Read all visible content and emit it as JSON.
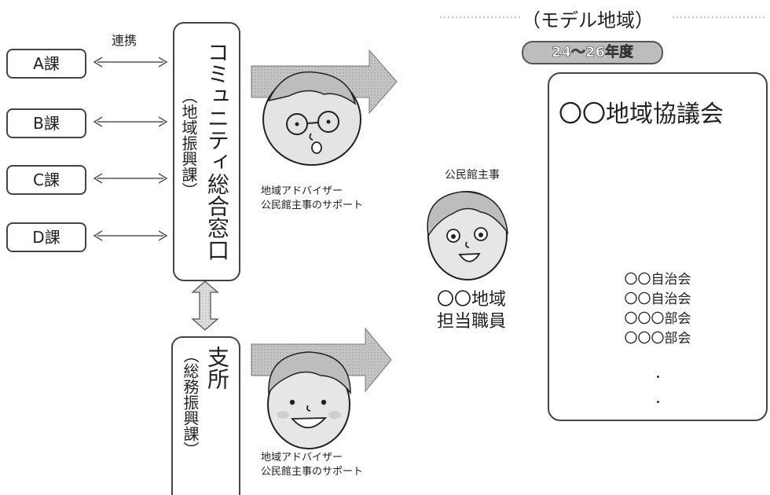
{
  "link_label": "連携",
  "departments": [
    "A課",
    "B課",
    "C課",
    "D課"
  ],
  "center": {
    "title": "コミュニティ総合窓口",
    "subtitle": "（地域振興課）"
  },
  "branch": {
    "title": "支所",
    "subtitle": "（総務振興課）"
  },
  "adviser_top": {
    "line1": "地域アドバイザー",
    "line2": "公民館主事のサポート"
  },
  "adviser_bottom": {
    "line1": "地域アドバイザー",
    "line2": "公民館主事のサポート"
  },
  "staff": {
    "label": "公民館主事",
    "name_line1": "〇〇地域",
    "name_line2": "担当職員"
  },
  "model": {
    "heading": "（モデル地域）",
    "badge": "24～26年度",
    "council_title": "〇〇地域協議会",
    "members": [
      "〇〇自治会",
      "〇〇自治会",
      "〇〇〇部会",
      "〇〇〇部会"
    ]
  },
  "colors": {
    "arrow_fill": "#b9b9b9",
    "line": "#444444",
    "badge_fill": "#bdbdbd"
  }
}
